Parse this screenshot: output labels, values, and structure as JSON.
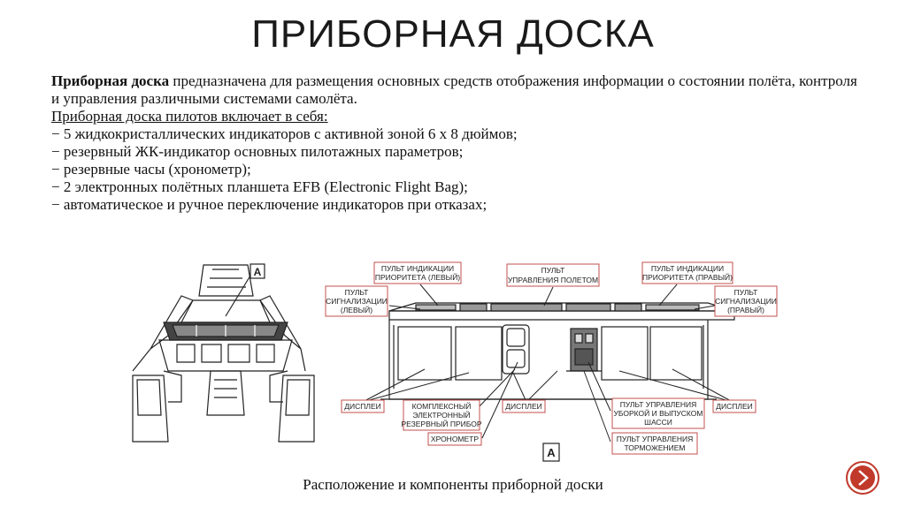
{
  "title": "ПРИБОРНАЯ ДОСКА",
  "intro": {
    "term": "Приборная доска",
    "text": " предназначена для размещения основных средств отображения информации о состоянии полёта, контроля и управления различными системами самолёта."
  },
  "list_heading": "Приборная доска пилотов включает в себя:",
  "items": [
    "− 5 жидкокристаллических индикаторов с активной зоной 6 х 8 дюймов;",
    "− резервный ЖК-индикатор основных пилотажных параметров;",
    "− резервные часы (хронометр);",
    "− 2 электронных полётных планшета EFB (Electronic Flight Bag);",
    "− автоматическое и ручное переключение индикаторов при отказах;"
  ],
  "diagram": {
    "marker": "A",
    "labels": {
      "prio_left_1": "ПУЛЬТ ИНДИКАЦИИ",
      "prio_left_2": "ПРИОРИТЕТА (ЛЕВЫЙ)",
      "fcp_1": "ПУЛЬТ",
      "fcp_2": "УПРАВЛЕНИЯ ПОЛЕТОМ",
      "prio_right_1": "ПУЛЬТ ИНДИКАЦИИ",
      "prio_right_2": "ПРИОРИТЕТА (ПРАВЫЙ)",
      "sig_left_1": "ПУЛЬТ",
      "sig_left_2": "СИГНАЛИЗАЦИИ",
      "sig_left_3": "(ЛЕВЫЙ)",
      "sig_right_1": "ПУЛЬТ",
      "sig_right_2": "СИГНАЛИЗАЦИИ",
      "sig_right_3": "(ПРАВЫЙ)",
      "displays_left": "ДИСПЛЕИ",
      "displays_mid": "ДИСПЛЕИ",
      "displays_right": "ДИСПЛЕИ",
      "complex_1": "КОМПЛЕКСНЫЙ",
      "complex_2": "ЭЛЕКТРОННЫЙ",
      "complex_3": "РЕЗЕРВНЫЙ ПРИБОР",
      "chrono": "ХРОНОМЕТР",
      "gear_1": "ПУЛЬТ УПРАВЛЕНИЯ",
      "gear_2": "УБОРКОЙ И ВЫПУСКОМ",
      "gear_3": "ШАССИ",
      "brake_1": "ПУЛЬТ УПРАВЛЕНИЯ",
      "brake_2": "ТОРМОЖЕНИЕМ"
    }
  },
  "caption": "Расположение и компоненты приборной доски",
  "colors": {
    "label_border": "#c0504d",
    "nav_button": "#c0392b"
  }
}
